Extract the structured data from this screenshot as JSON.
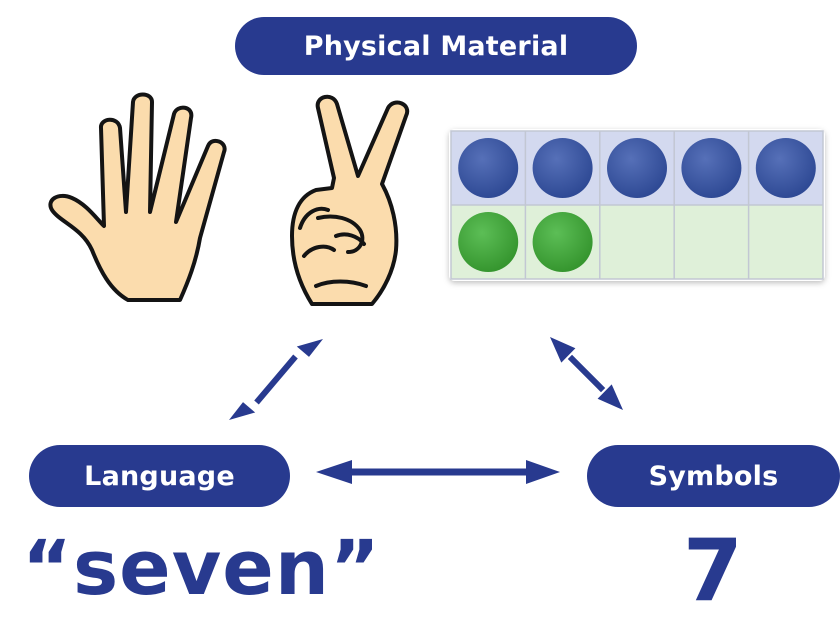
{
  "labels": {
    "physical_material": "Physical Material",
    "language": "Language",
    "symbols": "Symbols"
  },
  "representations": {
    "word": "“seven”",
    "numeral": "7"
  },
  "ten_frame": {
    "columns": 5,
    "rows": 2,
    "top_row_counters": 5,
    "bottom_row_counters": 2,
    "top_counter_color": "#3e5aa3",
    "bottom_counter_color": "#44a83f",
    "top_row_bg": "#d3d9ef",
    "bottom_row_bg": "#dff0d9"
  },
  "colors": {
    "accent": "#283a8f",
    "skin": "#fbdcad",
    "outline": "#141414"
  },
  "icons": [
    "open-hand-five-fingers-icon",
    "peace-sign-two-fingers-icon"
  ]
}
